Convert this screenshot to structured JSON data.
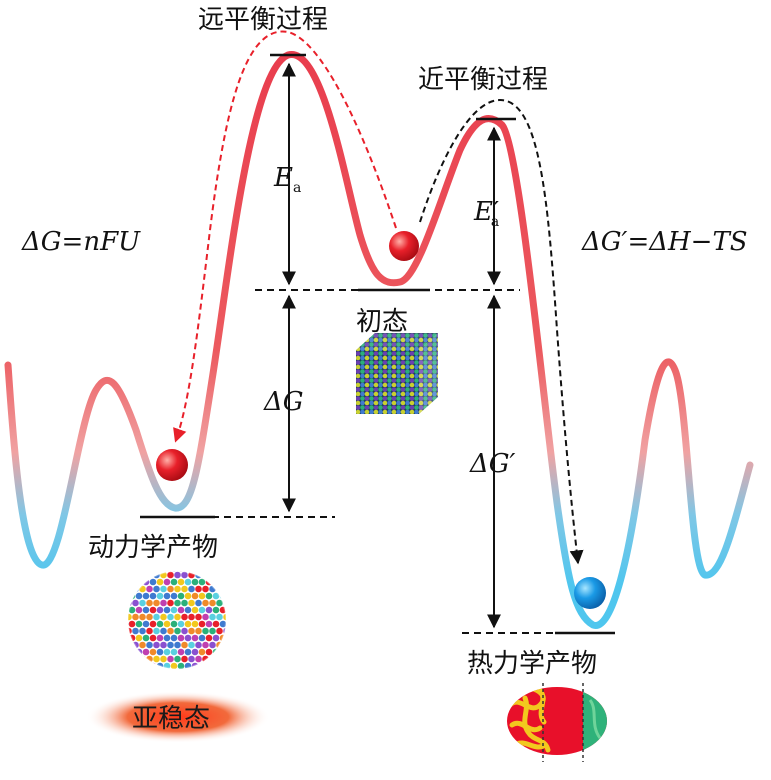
{
  "labels": {
    "far_from_equilibrium": "远平衡过程",
    "near_equilibrium": "近平衡过程",
    "initial_state": "初态",
    "kinetic_product": "动力学产物",
    "thermodynamic_product": "热力学产物",
    "metastable": "亚稳态",
    "activation_energy": "E",
    "activation_energy_prime": "E′",
    "activation_sub": "a",
    "delta_g": "ΔG",
    "delta_g_prime": "ΔG′",
    "eq_electro": "ΔG=nFU",
    "eq_thermo": "ΔG′=ΔH−TS"
  },
  "colors": {
    "curve_high": "#e8384a",
    "curve_low": "#4fc6ee",
    "ball_red": "#e8202a",
    "ball_blue": "#1a8fe0",
    "arrow_red": "#e8202a",
    "arrow_black": "#111111",
    "metastable_glow": "#f26a3c"
  },
  "icons": {
    "initial_state_image": "nanoparticle-cube-icon",
    "kinetic_image": "nanoparticle-sphere-icon",
    "thermo_image": "phase-separated-egg-icon"
  }
}
